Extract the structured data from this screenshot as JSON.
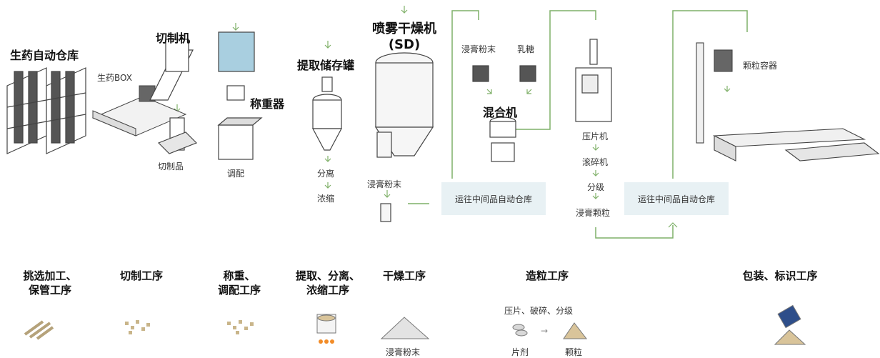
{
  "labels": {
    "warehouse_title": "生药自动仓库",
    "cutter_title": "切制机",
    "box": "生药BOX",
    "cut_product": "切制品",
    "weigher_title": "称重器",
    "blend": "调配",
    "tank_title": "提取储存罐",
    "separate": "分离",
    "concentrate": "浓缩",
    "sd_title_line1": "喷雾干燥机",
    "sd_title_line2": "(SD)",
    "extract_powder": "浸膏粉末",
    "lactose": "乳糖",
    "mixer_title": "混合机",
    "transfer_box_1": "运往中间品自动仓库",
    "transfer_box_2": "运往中间品自动仓库",
    "press": "压片机",
    "crush": "滚碎机",
    "classify": "分级",
    "granule": "浸膏颗粒",
    "granule_container": "颗粒容器"
  },
  "stages": [
    {
      "line1": "挑选加工、",
      "line2": "保管工序"
    },
    {
      "line1": "切制工序",
      "line2": ""
    },
    {
      "line1": "称重、",
      "line2": "调配工序"
    },
    {
      "line1": "提取、分离、",
      "line2": "浓缩工序"
    },
    {
      "line1": "干燥工序",
      "line2": ""
    },
    {
      "line1": "造粒工序",
      "line2": ""
    },
    {
      "line1": "包装、标识工序",
      "line2": ""
    }
  ],
  "bottom": {
    "dry_product": "浸膏粉末",
    "granulation_steps": "压片、破碎、分级",
    "tablet": "片剂",
    "granules": "颗粒",
    "arrow": "→"
  },
  "colors": {
    "flow_line": "#7fb069",
    "box_fill": "#e8f1f4",
    "equipment_blue": "#a9cfe0"
  }
}
